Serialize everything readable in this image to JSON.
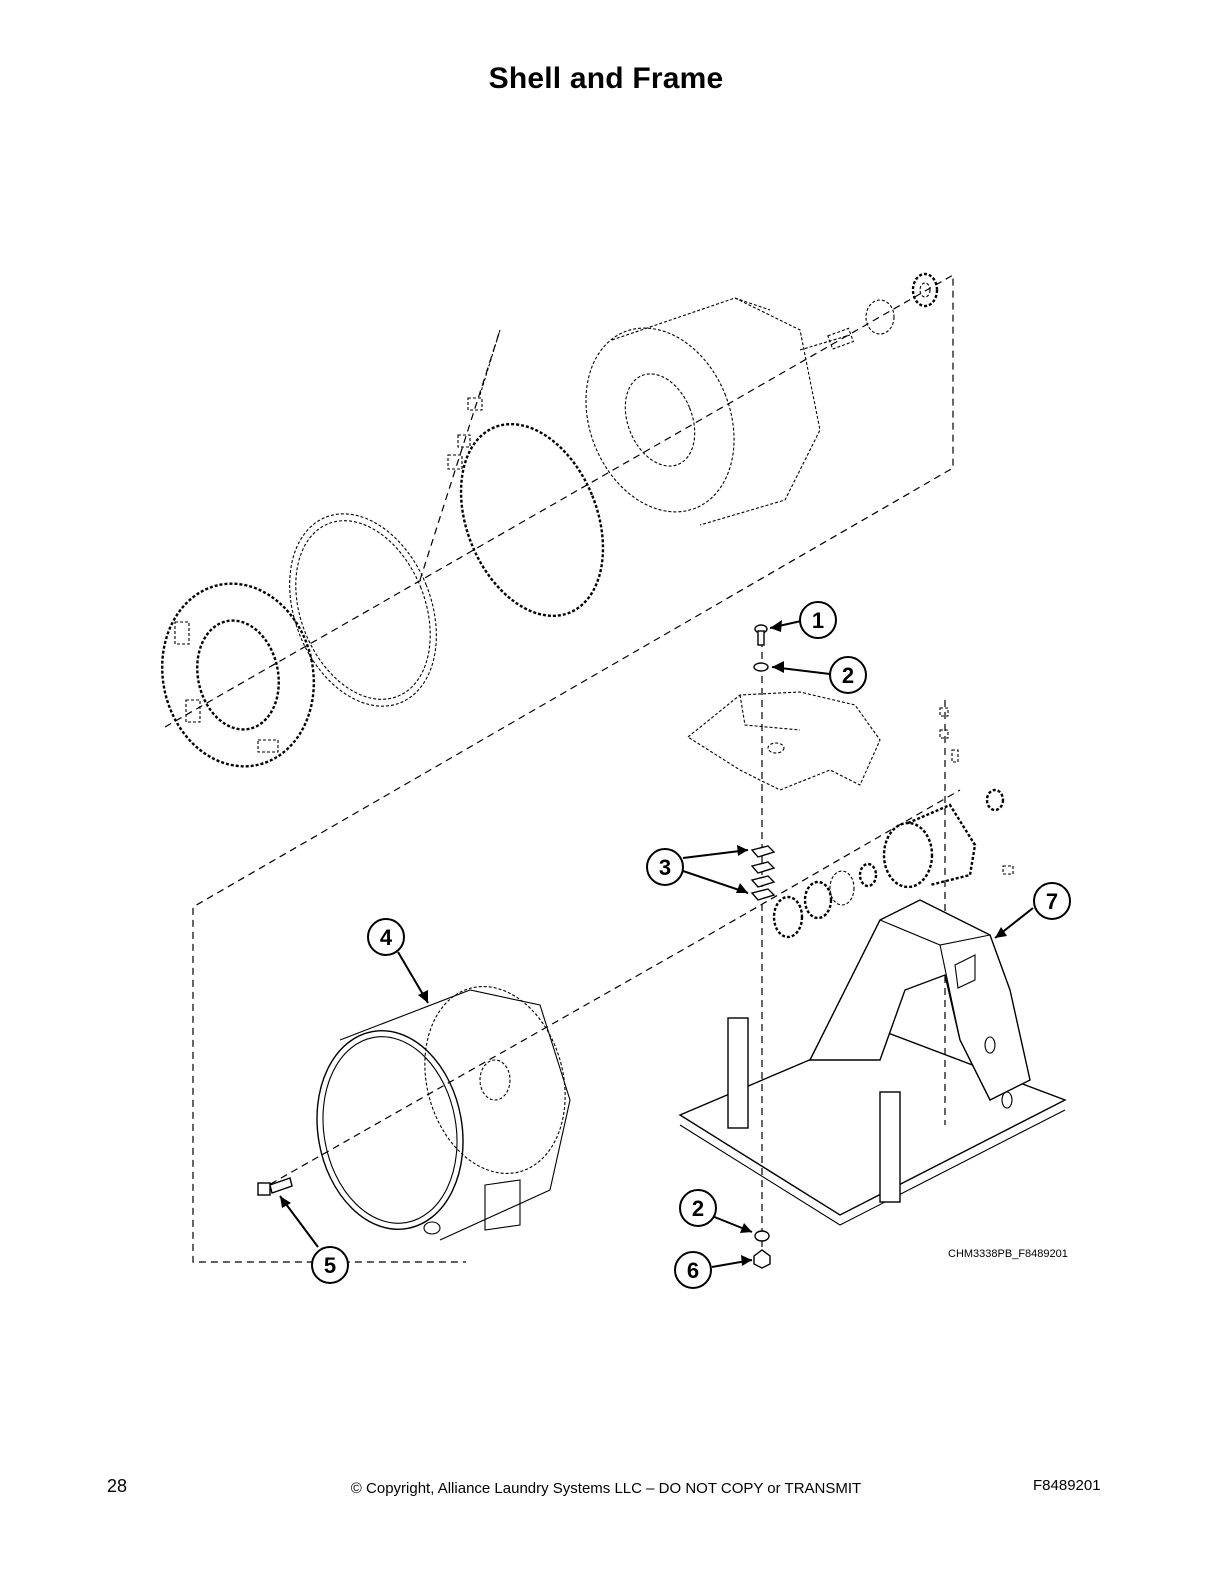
{
  "page": {
    "title": "Shell and Frame",
    "page_number": "28",
    "copyright": "© Copyright, Alliance Laundry Systems LLC – DO NOT COPY or TRANSMIT",
    "document_code": "F8489201"
  },
  "diagram": {
    "drawing_code": "CHM3338PB_F8489201",
    "callouts": [
      {
        "id": "callout-1",
        "label": "1"
      },
      {
        "id": "callout-2-top",
        "label": "2"
      },
      {
        "id": "callout-3",
        "label": "3"
      },
      {
        "id": "callout-4",
        "label": "4"
      },
      {
        "id": "callout-5",
        "label": "5"
      },
      {
        "id": "callout-2-bottom",
        "label": "2"
      },
      {
        "id": "callout-6",
        "label": "6"
      },
      {
        "id": "callout-7",
        "label": "7"
      }
    ]
  }
}
